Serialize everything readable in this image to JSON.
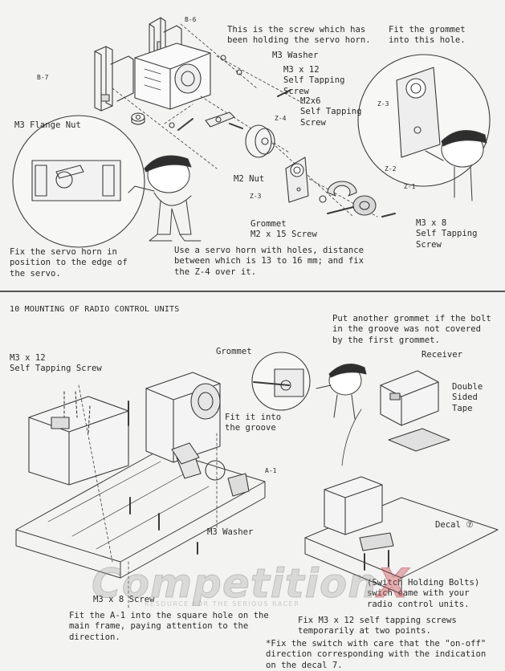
{
  "section_top": {
    "labels": {
      "b6": "B-6",
      "b7": "B-7",
      "z4": "Z-4",
      "z3": "Z-3",
      "z3_inset": "Z-3",
      "z2": "Z-2",
      "z1": "Z-1"
    },
    "callouts": {
      "screw_horn": "This is the screw which has\nbeen holding the servo horn.",
      "grommet_hole": "Fit the grommet\ninto this hole.",
      "m3_washer": "M3 Washer",
      "m3x12": "M3 x 12\nSelf Tapping\nScrew",
      "m2x6": "M2x6\nSelf Tapping\nScrew",
      "m3_flange_nut": "M3 Flange Nut",
      "m2_nut": "M2 Nut",
      "grommet_m2x15": "Grommet\nM2 x 15 Screw",
      "m3x8": "M3 x 8\nSelf Tapping\nScrew"
    },
    "instructions": {
      "servo_horn": "Fix the servo horn in\nposition to the edge of\nthe servo.",
      "horn_holes": "Use a servo horn with holes, distance\nbetween which is 13 to 16 mm; and fix\nthe Z-4 over it."
    }
  },
  "section_bottom": {
    "heading": "10 MOUNTING OF RADIO CONTROL UNITS",
    "labels": {
      "a1": "A-1"
    },
    "callouts": {
      "m3x12_left": "M3 x 12\nSelf Tapping Screw",
      "grommet": "Grommet",
      "fit_groove": "Fit it into\nthe groove",
      "another_grommet": "Put another grommet if the bolt\nin the groove was not covered\nby the first grommet.",
      "receiver": "Receiver",
      "double_sided_tape": "Double\nSided\nTape",
      "decal": "Decal ⑦",
      "m3_washer": "M3 Washer",
      "m3x8": "M3 x 8 Screw",
      "switch_bolts": "(Switch Holding Bolts)\nswich came with your\nradio control units."
    },
    "instructions": {
      "a1_hole": "Fit the A-1 into the square hole on the\nmain frame, paying attention to the\ndirection.",
      "fix_m3x12": "Fix M3 x 12 self tapping screws\ntemporarily at two points.",
      "switch_note": "*Fix the switch with care that the \"on-off\"\ndirection corresponding with the indication\non the decal 7."
    }
  },
  "watermark": {
    "word": "Competition",
    "x": "X",
    "tagline": "RESOURCE FOR THE SERIOUS RACER"
  }
}
